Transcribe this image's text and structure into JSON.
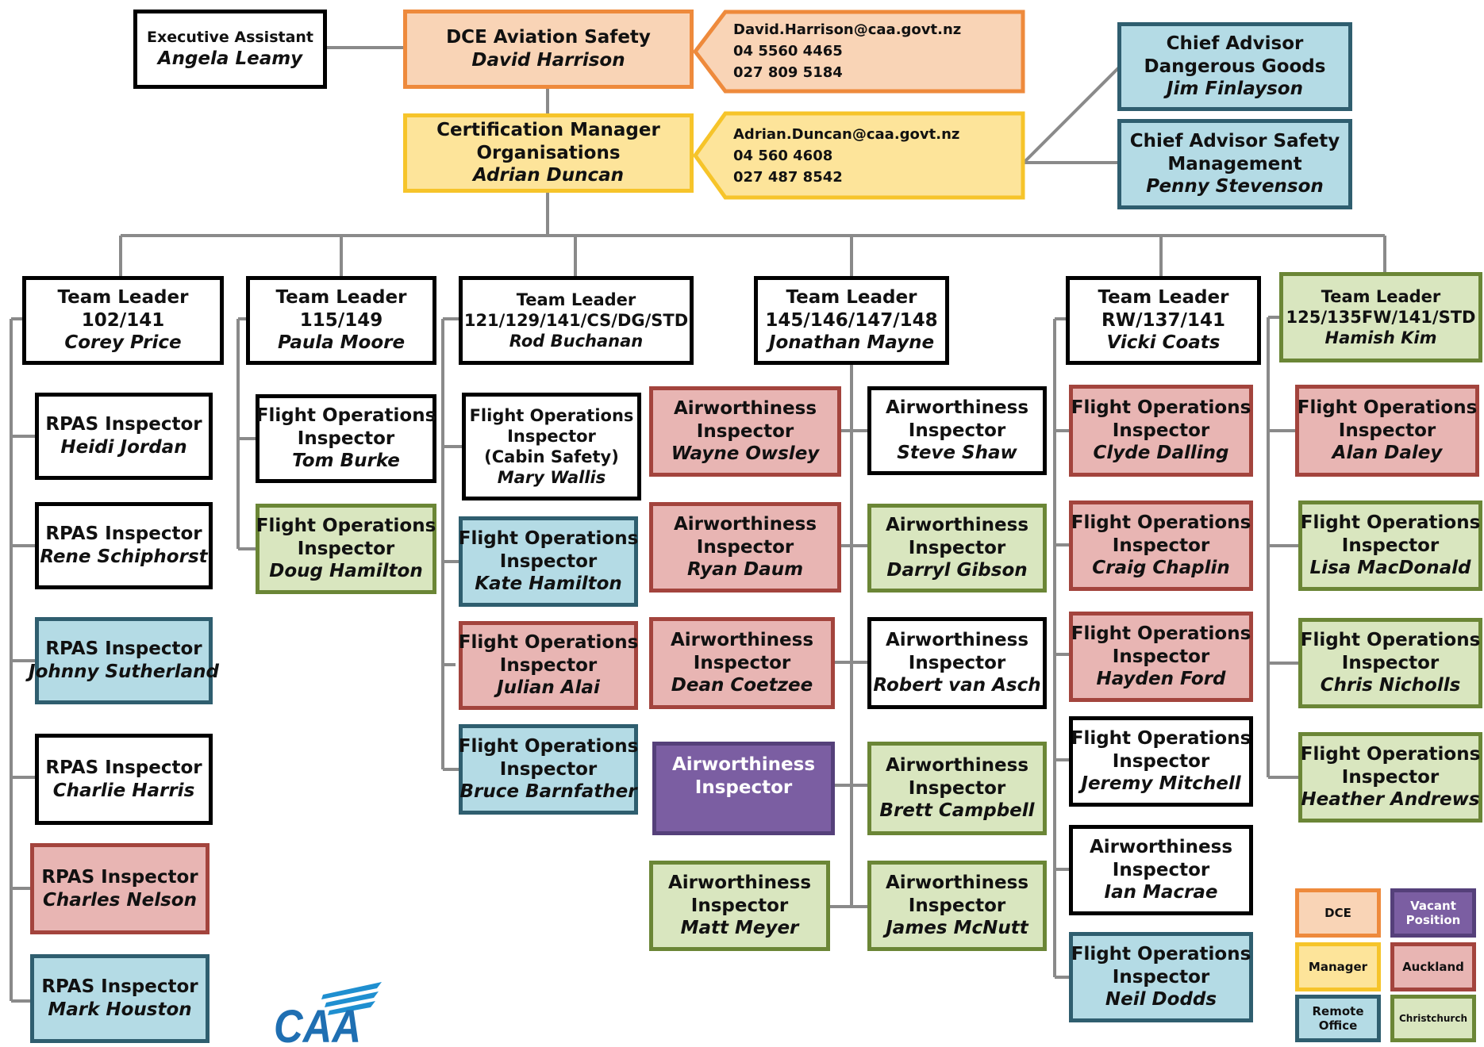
{
  "executive_assistant": {
    "title": "Executive Assistant",
    "name": "Angela Leamy"
  },
  "dce": {
    "title": "DCE Aviation Safety",
    "name": "David Harrison",
    "email": "David.Harrison@caa.govt.nz",
    "phone": "04 5560 4465",
    "mobile": "027 809 5184"
  },
  "manager": {
    "title1": "Certification Manager",
    "title2": "Organisations",
    "name": "Adrian Duncan",
    "email": "Adrian.Duncan@caa.govt.nz",
    "phone": "04 560 4608",
    "mobile": "027 487 8542"
  },
  "advisors": [
    {
      "title1": "Chief Advisor",
      "title2": "Dangerous Goods",
      "name": "Jim Finlayson"
    },
    {
      "title1": "Chief Advisor Safety",
      "title2": "Management",
      "name": "Penny Stevenson"
    }
  ],
  "teams": [
    {
      "title": "Team Leader",
      "code": "102/141",
      "name": "Corey Price"
    },
    {
      "title": "Team Leader",
      "code": "115/149",
      "name": "Paula Moore"
    },
    {
      "title": "Team Leader",
      "code": "121/129/141/CS/DG/STD",
      "name": "Rod Buchanan"
    },
    {
      "title": "Team Leader",
      "code": "145/146/147/148",
      "name": "Jonathan Mayne"
    },
    {
      "title": "Team Leader",
      "code": "RW/137/141",
      "name": "Vicki Coats"
    },
    {
      "title": "Team Leader",
      "code": "125/135FW/141/STD",
      "name": "Hamish Kim"
    }
  ],
  "team1": [
    {
      "l1": "RPAS Inspector",
      "name": "Heidi Jordan"
    },
    {
      "l1": "RPAS Inspector",
      "name": "Rene Schiphorst"
    },
    {
      "l1": "RPAS Inspector",
      "name": "Johnny Sutherland"
    },
    {
      "l1": "RPAS Inspector",
      "name": "Charlie Harris"
    },
    {
      "l1": "RPAS Inspector",
      "name": "Charles Nelson"
    },
    {
      "l1": "RPAS Inspector",
      "name": "Mark Houston"
    }
  ],
  "team2": [
    {
      "l1": "Flight Operations",
      "l2": "Inspector",
      "name": "Tom Burke"
    },
    {
      "l1": "Flight Operations",
      "l2": "Inspector",
      "name": "Doug Hamilton"
    }
  ],
  "team3": [
    {
      "l1": "Flight Operations",
      "l2": "Inspector",
      "l3": "(Cabin Safety)",
      "name": "Mary Wallis"
    },
    {
      "l1": "Flight Operations",
      "l2": "Inspector",
      "name": "Kate Hamilton"
    },
    {
      "l1": "Flight Operations",
      "l2": "Inspector",
      "name": "Julian Alai"
    },
    {
      "l1": "Flight Operations",
      "l2": "Inspector",
      "name": "Bruce Barnfather"
    }
  ],
  "team4_left": [
    {
      "l1": "Airworthiness",
      "l2": "Inspector",
      "name": "Wayne Owsley"
    },
    {
      "l1": "Airworthiness",
      "l2": "Inspector",
      "name": "Ryan Daum"
    },
    {
      "l1": "Airworthiness",
      "l2": "Inspector",
      "name": "Dean Coetzee"
    },
    {
      "l1": "Airworthiness",
      "l2": "Inspector",
      "name": ""
    },
    {
      "l1": "Airworthiness",
      "l2": "Inspector",
      "name": "Matt Meyer"
    }
  ],
  "team4_right": [
    {
      "l1": "Airworthiness",
      "l2": "Inspector",
      "name": "Steve Shaw"
    },
    {
      "l1": "Airworthiness",
      "l2": "Inspector",
      "name": "Darryl Gibson"
    },
    {
      "l1": "Airworthiness",
      "l2": "Inspector",
      "name": "Robert van Asch"
    },
    {
      "l1": "Airworthiness",
      "l2": "Inspector",
      "name": "Brett Campbell"
    },
    {
      "l1": "Airworthiness",
      "l2": "Inspector",
      "name": "James McNutt"
    }
  ],
  "team5": [
    {
      "l1": "Flight Operations",
      "l2": "Inspector",
      "name": "Clyde Dalling"
    },
    {
      "l1": "Flight Operations",
      "l2": "Inspector",
      "name": "Craig Chaplin"
    },
    {
      "l1": "Flight Operations",
      "l2": "Inspector",
      "name": "Hayden Ford"
    },
    {
      "l1": "Flight Operations",
      "l2": "Inspector",
      "name": "Jeremy Mitchell"
    },
    {
      "l1": "Airworthiness",
      "l2": "Inspector",
      "name": "Ian Macrae"
    },
    {
      "l1": "Flight Operations",
      "l2": "Inspector",
      "name": "Neil Dodds"
    }
  ],
  "team6": [
    {
      "l1": "Flight Operations",
      "l2": "Inspector",
      "name": "Alan Daley"
    },
    {
      "l1": "Flight Operations",
      "l2": "Inspector",
      "name": "Lisa MacDonald"
    },
    {
      "l1": "Flight Operations",
      "l2": "Inspector",
      "name": "Chris Nicholls"
    },
    {
      "l1": "Flight Operations",
      "l2": "Inspector",
      "name": "Heather Andrews"
    }
  ],
  "legend": {
    "dce": "DCE",
    "manager": "Manager",
    "remote": "Remote Office",
    "vacant": "Vacant Position",
    "auckland": "Auckland",
    "christchurch": "Christchurch"
  },
  "logo": {
    "text": "CAA"
  },
  "colors": {
    "dce": "#f9d4b6",
    "manager": "#fde49a",
    "remote": "#b4dbe5",
    "auckland": "#e8b5b3",
    "christchurch": "#d9e6bf",
    "vacant": "#7b5ea2"
  }
}
